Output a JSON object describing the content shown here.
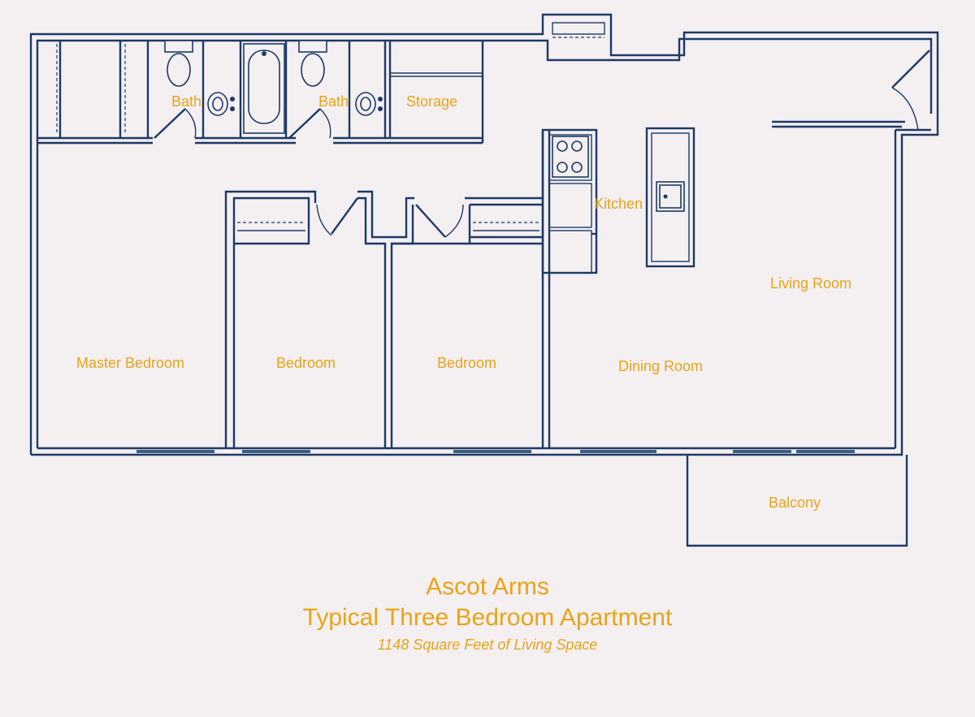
{
  "rooms": {
    "bath_1": "Bath",
    "bath_2": "Bath",
    "storage": "Storage",
    "kitchen": "Kitchen",
    "living_room": "Living Room",
    "master_bedroom": "Master Bedroom",
    "bedroom_1": "Bedroom",
    "bedroom_2": "Bedroom",
    "dining_room": "Dining Room",
    "balcony": "Balcony"
  },
  "title": {
    "building": "Ascot Arms",
    "unit": "Typical Three Bedroom Apartment",
    "area": "1148 Square Feet of Living Space"
  },
  "colors": {
    "wall": "#1c3a66",
    "label": "#e8a417",
    "background": "#f4eff1"
  }
}
